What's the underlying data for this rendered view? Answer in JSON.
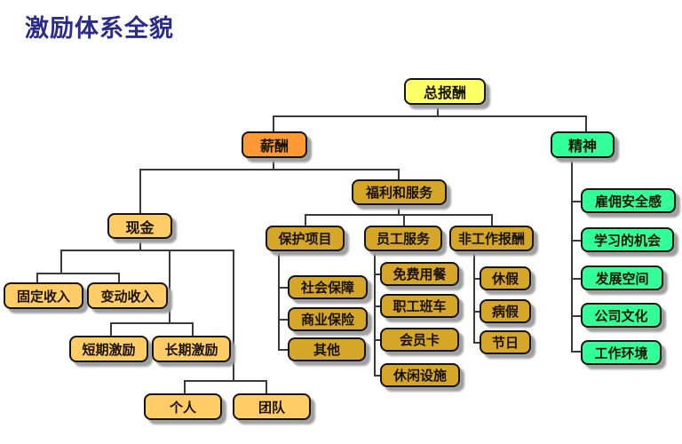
{
  "title": "激励体系全貌",
  "colors": {
    "title_navy": "#2B2B8C",
    "node_yellow": "#FFFF66",
    "node_orange": "#FF9933",
    "node_green": "#33FF99",
    "node_gold": "#D6A629",
    "node_tan": "#FFCC66",
    "line": "#3A3A3A",
    "border": "#141414",
    "shadow": "#A0A0A0"
  },
  "tree": {
    "label": "总报酬",
    "children": [
      {
        "label": "薪酬",
        "children": [
          {
            "label": "现金",
            "children": [
              {
                "label": "固定收入"
              },
              {
                "label": "变动收入"
              },
              {
                "label": "短期激励"
              },
              {
                "label": "长期激励"
              },
              {
                "label": "个人"
              },
              {
                "label": "团队"
              }
            ]
          },
          {
            "label": "福利和服务",
            "children": [
              {
                "label": "保护项目",
                "children": [
                  {
                    "label": "社会保障"
                  },
                  {
                    "label": "商业保险"
                  },
                  {
                    "label": "其他"
                  }
                ]
              },
              {
                "label": "员工服务",
                "children": [
                  {
                    "label": "免费用餐"
                  },
                  {
                    "label": "职工班车"
                  },
                  {
                    "label": "会员卡"
                  },
                  {
                    "label": "休闲设施"
                  }
                ]
              },
              {
                "label": "非工作报酬",
                "children": [
                  {
                    "label": "休假"
                  },
                  {
                    "label": "病假"
                  },
                  {
                    "label": "节日"
                  }
                ]
              }
            ]
          }
        ]
      },
      {
        "label": "精神",
        "children": [
          {
            "label": "雇佣安全感"
          },
          {
            "label": "学习的机会"
          },
          {
            "label": "发展空间"
          },
          {
            "label": "公司文化"
          },
          {
            "label": "工作环境"
          }
        ]
      }
    ]
  }
}
